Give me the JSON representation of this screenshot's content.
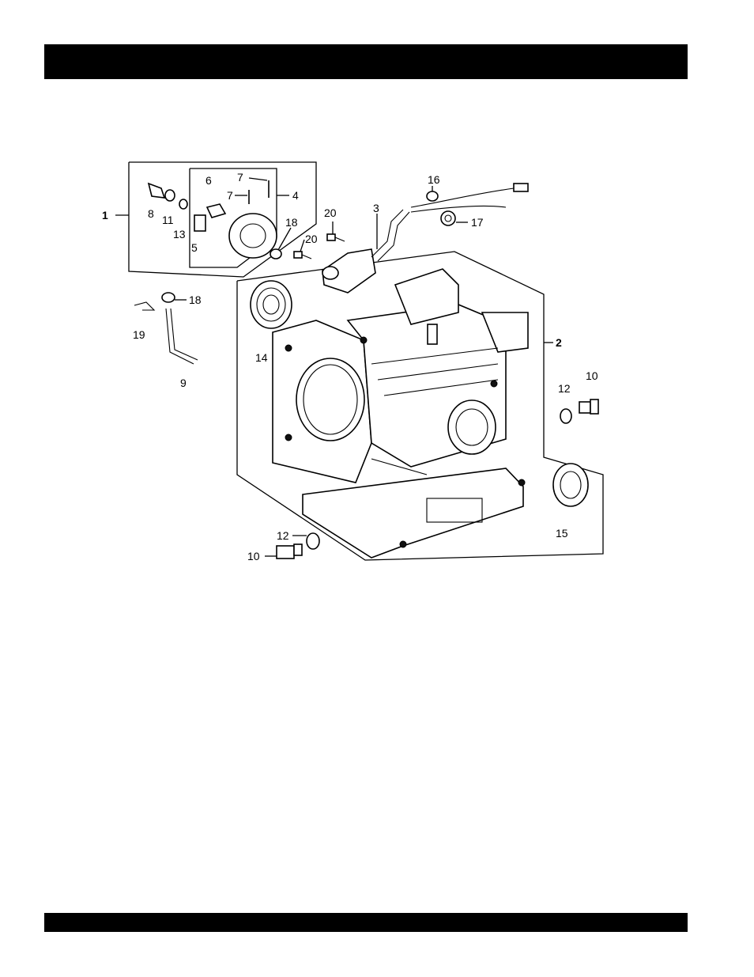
{
  "header": {
    "title": ""
  },
  "footer": {
    "text": ""
  },
  "diagram": {
    "callouts": [
      {
        "id": "c1",
        "label": "1"
      },
      {
        "id": "c2",
        "label": "2"
      },
      {
        "id": "c3",
        "label": "3"
      },
      {
        "id": "c4",
        "label": "4"
      },
      {
        "id": "c5",
        "label": "5"
      },
      {
        "id": "c6",
        "label": "6"
      },
      {
        "id": "c7a",
        "label": "7"
      },
      {
        "id": "c7b",
        "label": "7"
      },
      {
        "id": "c8",
        "label": "8"
      },
      {
        "id": "c9",
        "label": "9"
      },
      {
        "id": "c10a",
        "label": "10"
      },
      {
        "id": "c10b",
        "label": "10"
      },
      {
        "id": "c11",
        "label": "11"
      },
      {
        "id": "c12a",
        "label": "12"
      },
      {
        "id": "c12b",
        "label": "12"
      },
      {
        "id": "c13",
        "label": "13"
      },
      {
        "id": "c14",
        "label": "14"
      },
      {
        "id": "c15",
        "label": "15"
      },
      {
        "id": "c16",
        "label": "16"
      },
      {
        "id": "c17",
        "label": "17"
      },
      {
        "id": "c18a",
        "label": "18"
      },
      {
        "id": "c18b",
        "label": "18"
      },
      {
        "id": "c19",
        "label": "19"
      },
      {
        "id": "c20a",
        "label": "20"
      },
      {
        "id": "c20b",
        "label": "20"
      }
    ]
  }
}
